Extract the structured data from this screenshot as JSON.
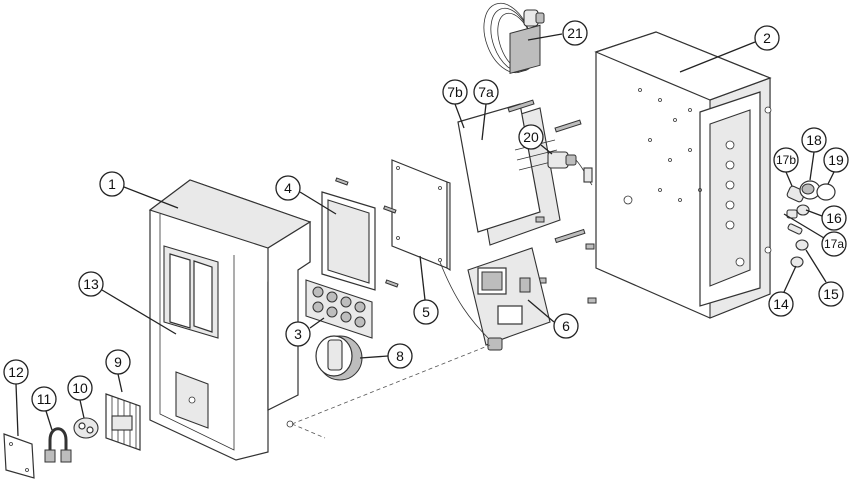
{
  "callouts": [
    {
      "id": "1",
      "label": "1"
    },
    {
      "id": "2",
      "label": "2"
    },
    {
      "id": "3",
      "label": "3"
    },
    {
      "id": "4",
      "label": "4"
    },
    {
      "id": "5",
      "label": "5"
    },
    {
      "id": "6",
      "label": "6"
    },
    {
      "id": "7a",
      "label": "7a"
    },
    {
      "id": "7b",
      "label": "7b"
    },
    {
      "id": "8",
      "label": "8"
    },
    {
      "id": "9",
      "label": "9"
    },
    {
      "id": "10",
      "label": "10"
    },
    {
      "id": "11",
      "label": "11"
    },
    {
      "id": "12",
      "label": "12"
    },
    {
      "id": "13",
      "label": "13"
    },
    {
      "id": "14",
      "label": "14"
    },
    {
      "id": "15",
      "label": "15"
    },
    {
      "id": "16",
      "label": "16"
    },
    {
      "id": "17a",
      "label": "17a"
    },
    {
      "id": "17b",
      "label": "17b"
    },
    {
      "id": "18",
      "label": "18"
    },
    {
      "id": "19",
      "label": "19"
    },
    {
      "id": "20",
      "label": "20"
    },
    {
      "id": "21",
      "label": "21"
    }
  ]
}
